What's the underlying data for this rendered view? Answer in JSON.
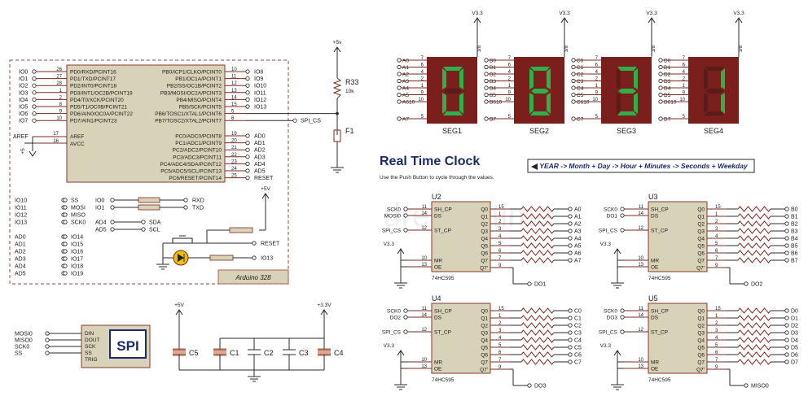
{
  "title": "Real Time Clock",
  "subtitle": "Use the Push Button to cycle through the values.",
  "sequence": "YEAR -> Month + Day -> Hour + Minutes -> Seconds + Weekday",
  "watermark": "dreamstime",
  "supply_v33": "V3.3",
  "supply_5v": "+5v",
  "supply_5V_upper": "+5V",
  "supply_33v": "+3.3V",
  "arduino": {
    "caption": "Arduino 328",
    "left_io": [
      "IO0",
      "IO1",
      "IO2",
      "IO3",
      "IO4",
      "IO5",
      "IO6",
      "IO7"
    ],
    "left_pinnums": [
      "26",
      "27",
      "28",
      "1",
      "2",
      "8",
      "9",
      "10"
    ],
    "left_labels": [
      "PD0/RXD/PCINT16",
      "PD1/TXD/PCINT17",
      "PD2/INT0/PCINT18",
      "PD3/INT1/OC2B/PCINT19",
      "PD4/T0/XCK/PCINT20",
      "PD5/T1/OC0B/PCINT21",
      "PD6/AIN0/OC0A/PCINT22",
      "PD7/AIN1/PCINT23"
    ],
    "right_labels": [
      "PB0/ICP1/CLKO/PCINT0",
      "PB1/OC1A/PCINT1",
      "PB2/SS/OC1B/PCINT2",
      "PB3/MOSI/OC2A/PCINT3",
      "PB4/MISO/PCINT4",
      "PB5/SCK/PCINT5",
      "PB6/TOSC1/XTAL1/PCINT6",
      "PB7/TOSC2/XTAL2/PCINT7"
    ],
    "right_pinnums": [
      "10",
      "11",
      "12",
      "13",
      "14",
      "15",
      "5",
      "6"
    ],
    "right_io": [
      "IO8",
      "IO9",
      "IO10",
      "IO11",
      "IO12",
      "IO13"
    ],
    "aref": "AREF",
    "avcc": "AVCC",
    "aref_num": "17",
    "avcc_num": "16",
    "plus5": "+5",
    "pc_labels": [
      "PC0/ADC0/PCINT8",
      "PC1/ADC1/PCINT9",
      "PC2/ADC2/PCINT10",
      "PC3/ADC3/PCINT11",
      "PC4/ADC4/SDA/PCINT12",
      "PC5/ADC5/SCL/PCINT13",
      "PC6/RESET/PCINT14"
    ],
    "pc_nums": [
      "19",
      "20",
      "21",
      "22",
      "23",
      "24",
      "25"
    ],
    "pc_out": [
      "AD0",
      "AD1",
      "AD2",
      "AD3",
      "AD4",
      "AD5",
      "RESET"
    ],
    "spi_cs": "SPI_CS"
  },
  "resistor_r33": {
    "name": "R33",
    "value": "10k"
  },
  "fuse": "F1",
  "left_groups": {
    "a_in": [
      "IO10",
      "IO11",
      "IO12",
      "IO13"
    ],
    "a_out": [
      "SS",
      "MOSI",
      "MISO",
      "SCK0"
    ],
    "b_in": [
      "AD0",
      "AD1",
      "AD2",
      "AD3",
      "AD4",
      "AD5"
    ],
    "b_out": [
      "IO14",
      "IO15",
      "IO16",
      "IO17",
      "IO18",
      "IO19"
    ],
    "c_in": [
      "IO0",
      "IO1"
    ],
    "c_out": [
      "RXD",
      "TXD"
    ],
    "d_in": [
      "AD4",
      "AD5"
    ],
    "d_out": [
      "SDA",
      "SCL"
    ],
    "reset": "RESET",
    "io13": "IO13",
    "plus5": "+5V"
  },
  "spi": {
    "title": "SPI",
    "pins_in": [
      "MOSI0",
      "MISO0",
      "SCK0",
      "SS"
    ],
    "pins": [
      "DIN",
      "DOUT",
      "SCK",
      "SS",
      "TRIG"
    ]
  },
  "caps": {
    "c5": "C5",
    "c1": "C1",
    "c2": "C2",
    "c3": "C3",
    "c4": "C4"
  },
  "displays": [
    {
      "name": "SEG1",
      "digit": "0",
      "prefix": "A",
      "pins": [
        "A0",
        "A1",
        "A2",
        "A3",
        "A4",
        "A5",
        "A610",
        "A7"
      ],
      "nums": [
        "7",
        "6",
        "4",
        "2",
        "1",
        "9",
        "10",
        "5"
      ],
      "vcc_num": "3/8"
    },
    {
      "name": "SEG2",
      "digit": "8",
      "prefix": "B",
      "pins": [
        "B0",
        "B1",
        "B2",
        "B3",
        "B4",
        "B5",
        "B610",
        "B7"
      ],
      "nums": [
        "7",
        "6",
        "4",
        "2",
        "1",
        "9",
        "10",
        "5"
      ],
      "vcc_num": "3/8"
    },
    {
      "name": "SEG3",
      "digit": "3",
      "prefix": "C",
      "pins": [
        "C0",
        "C1",
        "C2",
        "C3",
        "C4",
        "C5",
        "C610",
        "C7"
      ],
      "nums": [
        "7",
        "6",
        "4",
        "2",
        "1",
        "9",
        "10",
        "5"
      ],
      "vcc_num": "3/8"
    },
    {
      "name": "SEG4",
      "digit": "1",
      "prefix": "D",
      "pins": [
        "D0",
        "D1",
        "D2",
        "D3",
        "D4",
        "D5",
        "D610",
        "D7"
      ],
      "nums": [
        "7",
        "6",
        "4",
        "2",
        "1",
        "9",
        "10",
        "5"
      ],
      "vcc_num": "3/8"
    }
  ],
  "shift_registers": [
    {
      "name": "U2",
      "part": "74HC595",
      "in_labels": [
        "SCK0",
        "MOSI0",
        "SPI_CS"
      ],
      "in_nums": [
        "11",
        "14",
        "12",
        "10",
        "13"
      ],
      "inner_left": [
        "SH_CP",
        "DS",
        "ST_CP",
        "MR",
        "OE"
      ],
      "inner_right": [
        "Q0",
        "Q1",
        "Q2",
        "Q3",
        "Q4",
        "Q5",
        "Q6",
        "Q7",
        "Q7'"
      ],
      "out_nums": [
        "15",
        "1",
        "2",
        "3",
        "4",
        "5",
        "6",
        "7",
        "9"
      ],
      "outputs": [
        "A0",
        "A1",
        "A2",
        "A3",
        "A4",
        "A5",
        "A6",
        "A7"
      ],
      "chain_out": "DO1",
      "vcc": "V3.3"
    },
    {
      "name": "U3",
      "part": "74HC595",
      "in_labels": [
        "SCK0",
        "DO1",
        "SPI_CS"
      ],
      "in_nums": [
        "11",
        "14",
        "12",
        "10",
        "13"
      ],
      "inner_left": [
        "SH_CP",
        "DS",
        "ST_CP",
        "MR",
        "OE"
      ],
      "inner_right": [
        "Q0",
        "Q1",
        "Q2",
        "Q3",
        "Q4",
        "Q5",
        "Q6",
        "Q7",
        "Q7'"
      ],
      "out_nums": [
        "15",
        "1",
        "2",
        "3",
        "4",
        "5",
        "6",
        "7",
        "9"
      ],
      "outputs": [
        "B0",
        "B1",
        "B2",
        "B3",
        "B4",
        "B5",
        "B6",
        "B7"
      ],
      "chain_out": "DO2",
      "vcc": "V3.3"
    },
    {
      "name": "U4",
      "part": "74HC595",
      "in_labels": [
        "SCK0",
        "DO2",
        "SPI_CS"
      ],
      "in_nums": [
        "11",
        "14",
        "12",
        "10",
        "13"
      ],
      "inner_left": [
        "SH_CP",
        "DS",
        "ST_CP",
        "MR",
        "OE"
      ],
      "inner_right": [
        "Q0",
        "Q1",
        "Q2",
        "Q3",
        "Q4",
        "Q5",
        "Q6",
        "Q7",
        "Q7'"
      ],
      "out_nums": [
        "15",
        "1",
        "2",
        "3",
        "4",
        "5",
        "6",
        "7",
        "9"
      ],
      "outputs": [
        "C0",
        "C1",
        "C2",
        "C3",
        "C4",
        "C5",
        "C6",
        "C7"
      ],
      "chain_out": "DO3",
      "vcc": "V3.3"
    },
    {
      "name": "U5",
      "part": "74HC595",
      "in_labels": [
        "SCK0",
        "DO3",
        "SPI_CS"
      ],
      "in_nums": [
        "11",
        "14",
        "12",
        "10",
        "13"
      ],
      "inner_left": [
        "SH_CP",
        "DS",
        "ST_CP",
        "MR",
        "OE"
      ],
      "inner_right": [
        "Q0",
        "Q1",
        "Q2",
        "Q3",
        "Q4",
        "Q5",
        "Q6",
        "Q7",
        "Q7'"
      ],
      "out_nums": [
        "15",
        "1",
        "2",
        "3",
        "4",
        "5",
        "6",
        "7",
        "9"
      ],
      "outputs": [
        "D0",
        "D1",
        "D2",
        "D3",
        "D4",
        "D5",
        "D6",
        "D7"
      ],
      "chain_out": "MISO0",
      "vcc": "V3.3"
    }
  ],
  "colors": {
    "chip_fill": "#d8d2b8",
    "chip_border": "#8a3a2a",
    "display_body": "#7b1f1c",
    "segment_on": "#2fb04a",
    "title": "#1b2a6b"
  }
}
